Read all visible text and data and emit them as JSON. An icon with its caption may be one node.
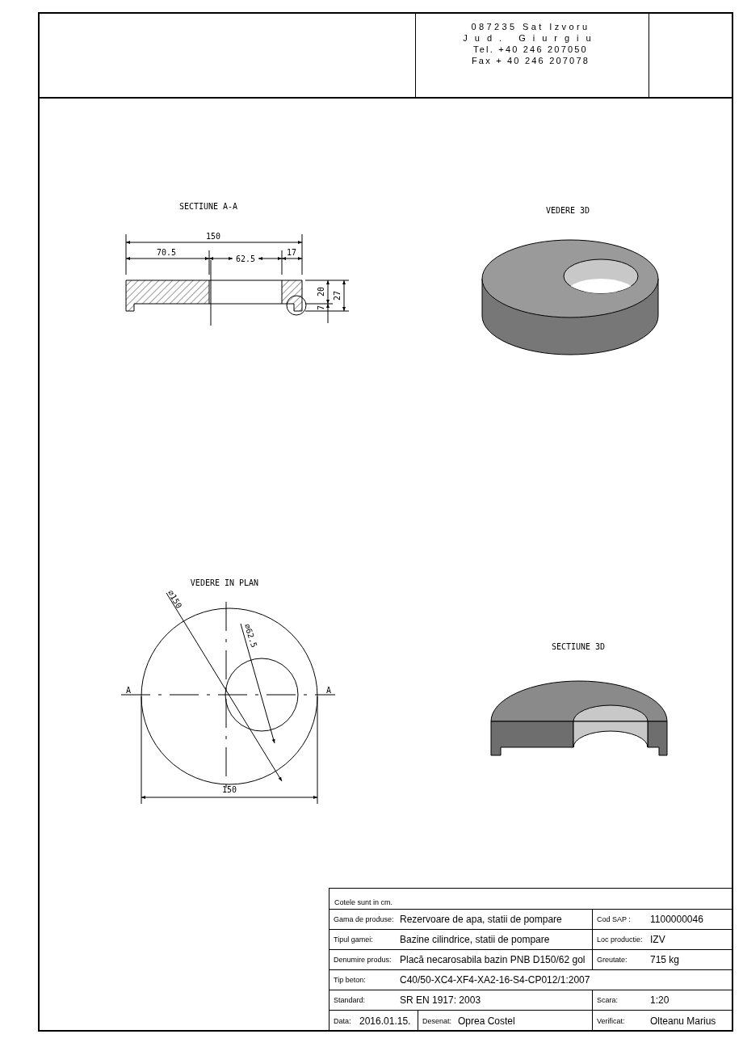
{
  "diagram": {
    "labels": [
      "087235 Sat Izvoru",
      "Jud. Giurgiu",
      "Tel. +40 246 207050",
      "Fax + 40 246 207078",
      "SECTIUNE A-A",
      "VEDERE 3D",
      "150",
      "70.5",
      "62.5",
      "17",
      "20",
      "27",
      "7",
      "VEDERE IN PLAN",
      "⌀150",
      "⌀62.5",
      "A",
      "A",
      "SECTIUNE 3D",
      "150",
      "Cotele sunt in cm.",
      "Gama de produse:",
      "Rezervoare de apa, statii de pompare",
      "Cod SAP :",
      "1100000046",
      "Tipul gamei:",
      "Bazine cilindrice, statii de pompare",
      "Loc productie:",
      "IZV",
      "Denumire produs:",
      "Placă necarosabila bazin PNB D150/62 gol",
      "Greutate:",
      "715 kg",
      "Tip beton:",
      "C40/50-XC4-XF4-XA2-16-S4-CP012/1:2007",
      "Standard:",
      "SR EN 1917: 2003",
      "Scara:",
      "1:20",
      "Data:",
      "2016.01.15.",
      "Desenat:",
      "Oprea Costel",
      "Verificat:",
      "Olteanu Marius"
    ]
  }
}
